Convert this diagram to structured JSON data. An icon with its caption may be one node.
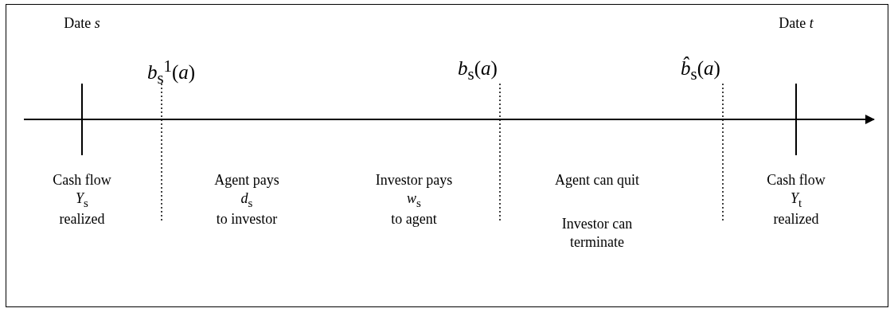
{
  "diagram": {
    "labels": [
      "Date *s*",
      "*b*$_{s}$$^{1}$(*a*)",
      "*b*$_{s}$(*a*)",
      "*b̂*$_{s}$(*a*)",
      "Date *t*",
      "Cash flow *Y*$_{s}$ realized",
      "Agent pays *d*$_{s}$ to investor",
      "Investor pays *w*$_{s}$ to agent",
      "Agent can quit",
      "Investor can terminate",
      "Cash flow *Y*$_{t}$ realized"
    ]
  }
}
